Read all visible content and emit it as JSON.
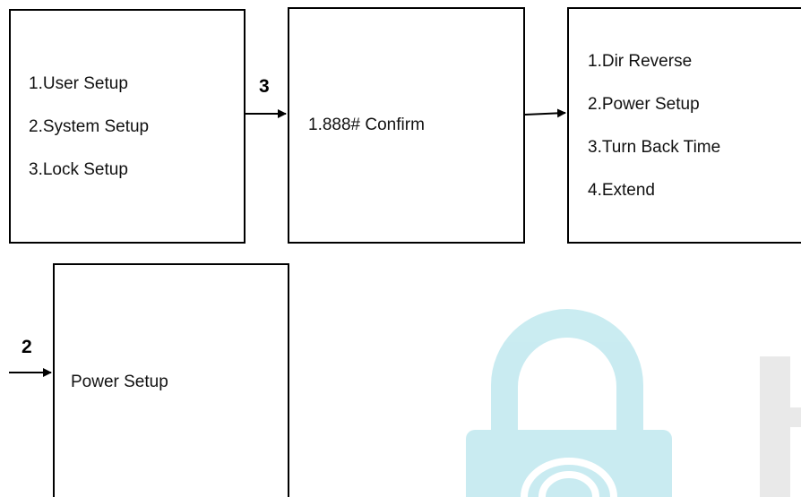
{
  "menu_main": {
    "items": [
      "1.User Setup",
      "2.System Setup",
      "3.Lock Setup"
    ]
  },
  "step_to_confirm": "3",
  "menu_confirm": {
    "text": "1.888# Confirm"
  },
  "menu_system": {
    "items": [
      "1.Dir Reverse",
      "2.Power Setup",
      "3.Turn Back Time",
      "4.Extend"
    ]
  },
  "step_to_power": "2",
  "menu_power": {
    "text": "Power Setup"
  },
  "colors": {
    "watermark": "#2bb3c9",
    "watermark_gray": "#e6e6e6",
    "line": "#000000"
  }
}
